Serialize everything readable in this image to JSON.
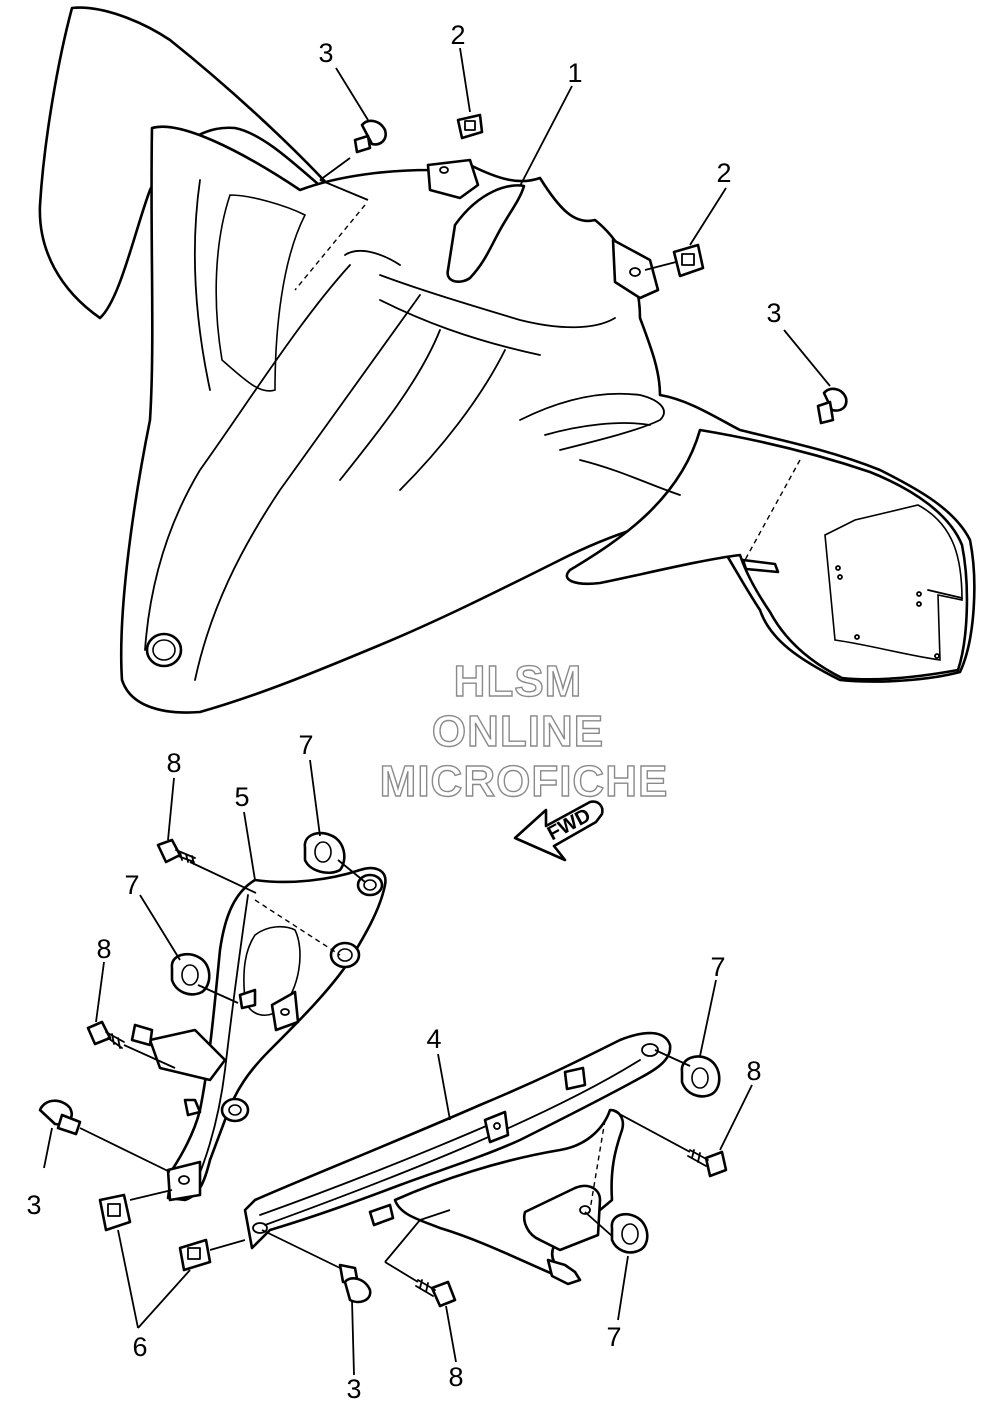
{
  "callouts": {
    "c1": "1",
    "c2a": "2",
    "c2b": "2",
    "c3a": "3",
    "c3b": "3",
    "c3c": "3",
    "c3d": "3",
    "c4": "4",
    "c5": "5",
    "c6": "6",
    "c7a": "7",
    "c7b": "7",
    "c7c": "7",
    "c7d": "7",
    "c8a": "8",
    "c8b": "8",
    "c8c": "8",
    "c8d": "8"
  },
  "watermark": {
    "line1": "HLSM",
    "line2": "ONLINE",
    "line3": "MICROFICHE"
  },
  "direction_label": "FWD",
  "colors": {
    "line": "#000000",
    "background": "#ffffff",
    "watermark": "#8a8a8a"
  }
}
